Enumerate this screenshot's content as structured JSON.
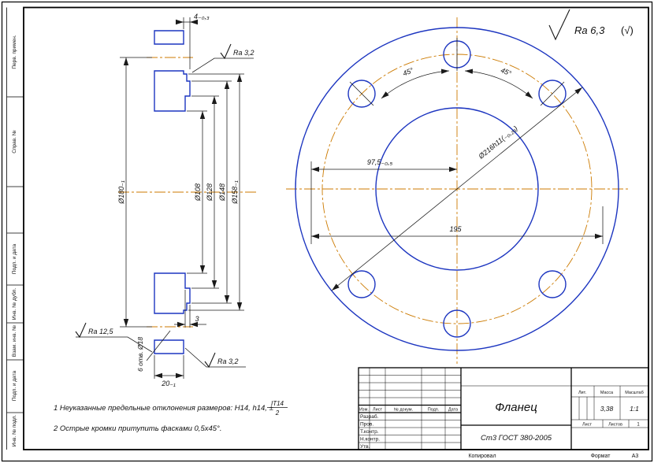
{
  "frame": {
    "margin_labels": [
      "Перв. примен.",
      "Справ. №",
      "Подп. и дата",
      "Инв. № дубл.",
      "Взам. инв. №",
      "Подп. и дата",
      "Инв. № подл."
    ],
    "bottom": {
      "copied": "Копировал",
      "format_label": "Формат",
      "format_value": "А3"
    }
  },
  "roughness": {
    "general": "Ra 6,3",
    "general_ref": "(√)",
    "section_top": "Ra 3,2",
    "section_bottom_left": "Ra 12,5",
    "section_bottom_right": "Ra 3,2"
  },
  "section_view": {
    "dims": {
      "step_width": "4₋₀,₃",
      "bolt_circle": "Ø180₋₁",
      "bore": "Ø108",
      "counterbore": "Ø128",
      "boss": "Ø148",
      "rim": "Ø158₋₁",
      "recess_depth": "3",
      "thickness": "20₋₁",
      "holes_note": "6 отв. Ø18"
    }
  },
  "front_view": {
    "dims": {
      "half_width": "97,5₋₀,₅",
      "outer_dia": "Ø216h11(₋₀,₂₉)",
      "width": "195",
      "angle_left": "45°",
      "angle_right": "45°"
    }
  },
  "notes": {
    "line1": "1  Неуказанные предельные отклонения размеров: H14, h14, ±",
    "frac_num": "IT14",
    "frac_den": "2",
    "line2": "2  Острые кромки притупить фасками 0,5х45°."
  },
  "title_block": {
    "col_headers": [
      "Изм.",
      "Лист",
      "№ докум.",
      "Подп.",
      "Дата"
    ],
    "role_rows": [
      "Разраб.",
      "Пров.",
      "Т.контр.",
      "Н.контр.",
      "Утв."
    ],
    "part_name": "Фланец",
    "material": "Ст3 ГОСТ 380-2005",
    "lit_label": "Лит.",
    "mass_label": "Масса",
    "scale_label": "Масштаб",
    "mass_value": "3,38",
    "scale_value": "1:1",
    "sheet_label": "Лист",
    "sheets_label": "Листов",
    "sheets_value": "1"
  }
}
